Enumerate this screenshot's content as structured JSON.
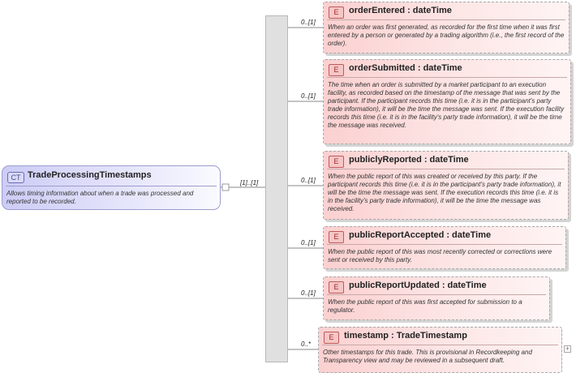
{
  "complex_type": {
    "badge": "CT",
    "name": "TradeProcessingTimestamps",
    "documentation": "Allows timing information about when a trade was processed and reported to be recorded."
  },
  "sequence": {
    "multiplicity": "[1]..[1]"
  },
  "elements": [
    {
      "badge": "E",
      "name": "orderEntered",
      "type": "dateTime",
      "multiplicity": "0..[1]",
      "documentation": "When an order was first generated, as recorded for the first time when it was first entered by a person or generated by a trading algorithm (i.e., the first record of the order)."
    },
    {
      "badge": "E",
      "name": "orderSubmitted",
      "type": "dateTime",
      "multiplicity": "0..[1]",
      "documentation": "The time when an order is submitted by a market participant to an execution facility, as recorded based on the timestamp of the message that was sent by the participant. If the participant records this time (i.e. it is in the participant's party trade information), it will be the time the message was sent. If the execution facility records this time (i.e. it is in the facility's party trade information), it will be the time the message was received."
    },
    {
      "badge": "E",
      "name": "publiclyReported",
      "type": "dateTime",
      "multiplicity": "0..[1]",
      "documentation": "When the public report of this was created or received by this party. If the participant records this time (i.e. it is in the participant's party trade information), it will be the time the message was sent. If the execution records this time (i.e. it is in the facility's party trade information), it will be the time the message was received."
    },
    {
      "badge": "E",
      "name": "publicReportAccepted",
      "type": "dateTime",
      "multiplicity": "0..[1]",
      "documentation": "When the public report of this was most recently corrected or corrections were sent or received by this party."
    },
    {
      "badge": "E",
      "name": "publicReportUpdated",
      "type": "dateTime",
      "multiplicity": "0..[1]",
      "documentation": "When the public report of this was first accepted for submission to a regulator."
    },
    {
      "badge": "E",
      "name": "timestamp",
      "type": "TradeTimestamp",
      "multiplicity": "0..*",
      "documentation": "Other timestamps for this trade. This is provisional in Recordkeeping and Transparency view and may be reviewed in a subsequent draft."
    }
  ],
  "colors": {
    "complex_type_fill": "#ccccf6",
    "element_fill": "#fbd0d0",
    "connector": "#888888"
  },
  "icons": {
    "sequence": "sequence-compositor-icon",
    "expand": "expand-plus-icon"
  }
}
